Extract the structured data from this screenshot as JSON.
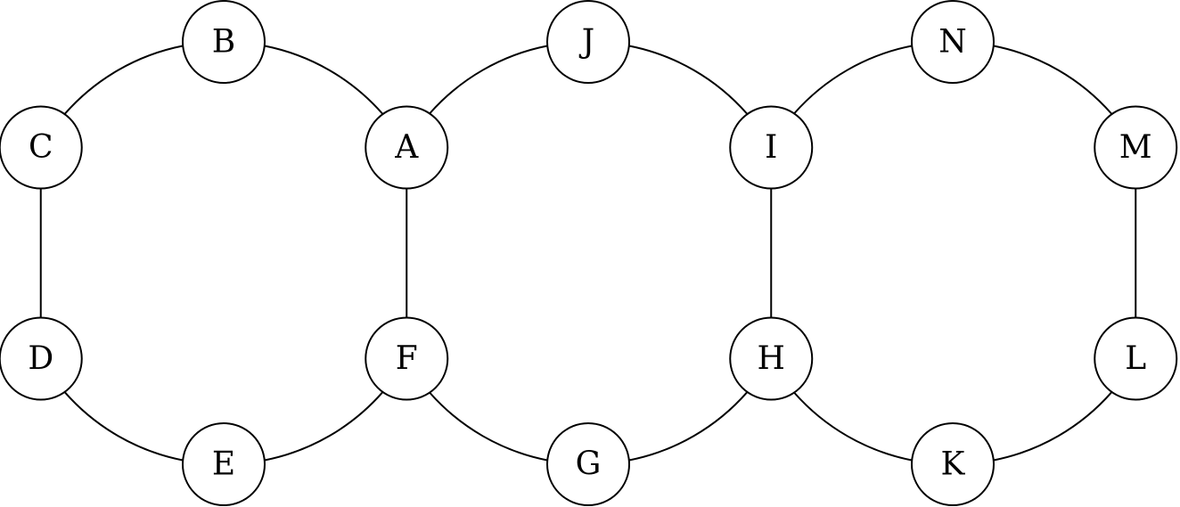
{
  "nodes": [
    "A",
    "B",
    "C",
    "D",
    "E",
    "F",
    "G",
    "H",
    "I",
    "J",
    "K",
    "L",
    "M",
    "N"
  ],
  "edges": [
    [
      "A",
      "B"
    ],
    [
      "B",
      "C"
    ],
    [
      "C",
      "D"
    ],
    [
      "D",
      "E"
    ],
    [
      "E",
      "F"
    ],
    [
      "F",
      "A"
    ],
    [
      "A",
      "J"
    ],
    [
      "J",
      "I"
    ],
    [
      "I",
      "H"
    ],
    [
      "H",
      "G"
    ],
    [
      "G",
      "F"
    ],
    [
      "I",
      "N"
    ],
    [
      "N",
      "M"
    ],
    [
      "M",
      "L"
    ],
    [
      "L",
      "K"
    ],
    [
      "K",
      "H"
    ]
  ]
}
